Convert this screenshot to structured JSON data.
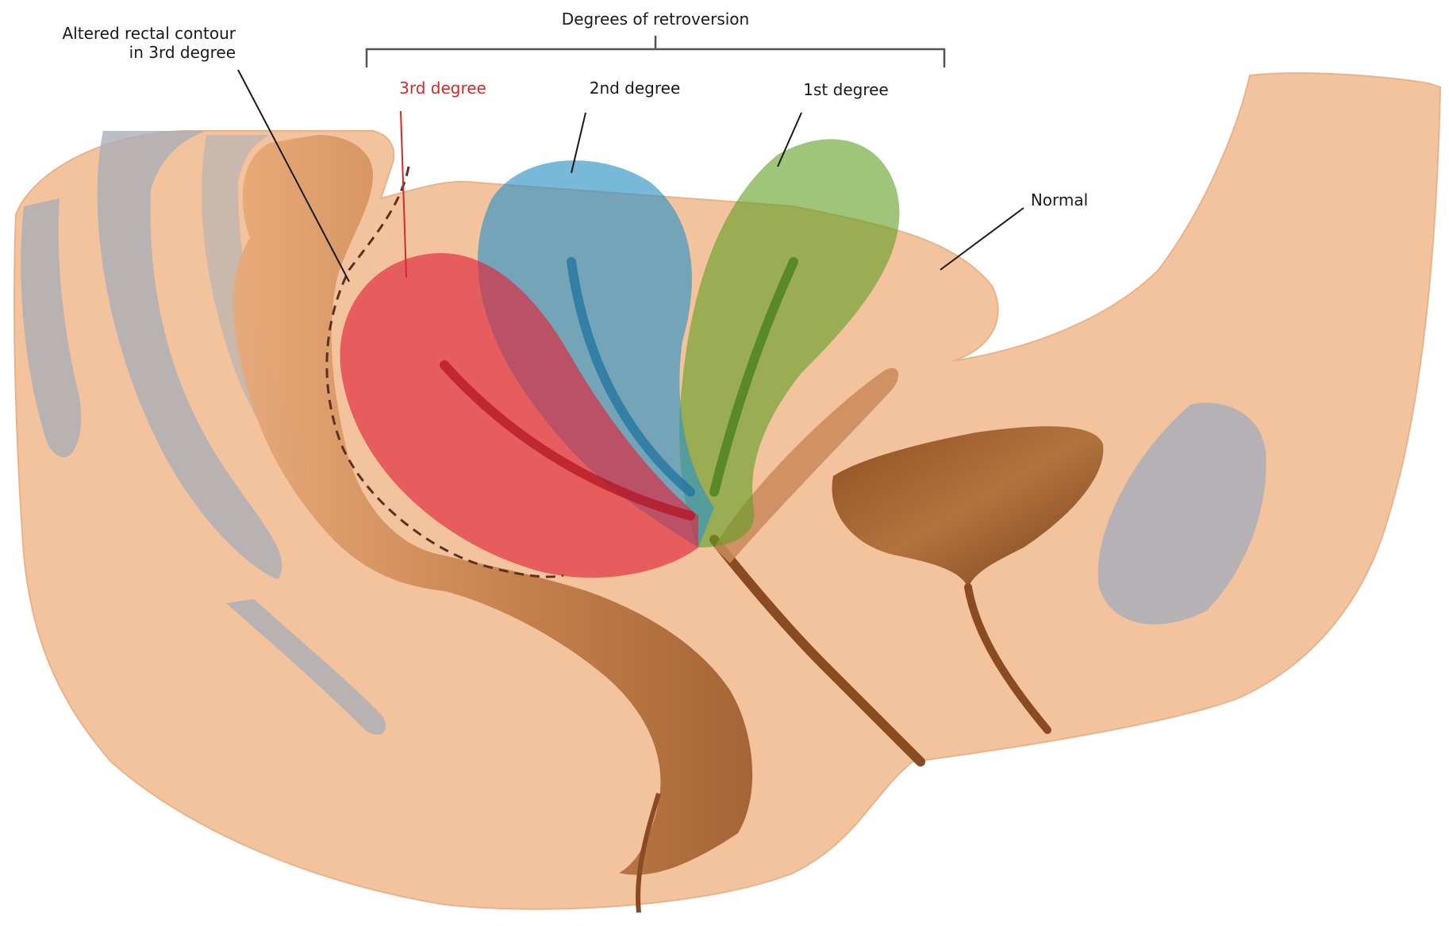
{
  "labels": {
    "header": "Degrees of retroversion",
    "rectal_line1": "Altered rectal contour",
    "rectal_line2": "in 3rd degree",
    "third": "3rd degree",
    "second": "2nd degree",
    "first": "1st degree",
    "normal": "Normal"
  },
  "colors": {
    "tissue": "#f3c39e",
    "bone": "#a9aeb8",
    "rectum": "#b56c36",
    "bladder": "#9b5a2b",
    "third_degree": "#e0253a",
    "second_degree": "#2f93c4",
    "first_degree": "#5f9e21",
    "normal_uterus": "#d9a07a",
    "label_text": "#1a1a1a",
    "label_red": "#d42a2a"
  }
}
